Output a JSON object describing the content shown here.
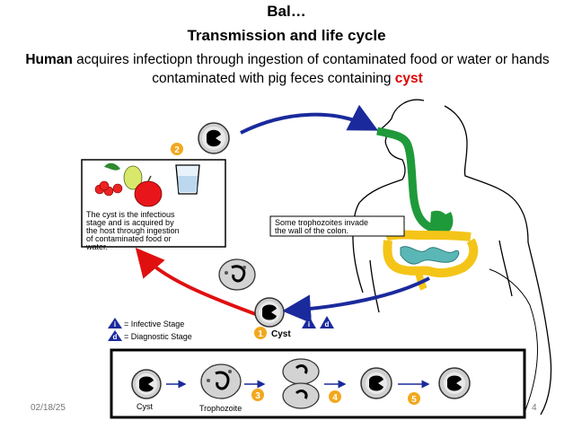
{
  "slide": {
    "title_line1": "Bal…",
    "title_line2": "Transmission and life cycle",
    "body_bold": "Human",
    "body_rest": " acquires infectiopn through ingestion of contaminated food or water or hands contaminated with pig feces containing ",
    "body_highlight": "cyst",
    "footer_date": "02/18/25",
    "page_number": "4"
  },
  "diagram": {
    "stage_2_number": "2",
    "box_caption_1": "The cyst is the infectious",
    "box_caption_2": "stage and is acquired by",
    "box_caption_3": "the host through ingestion",
    "box_caption_4": "of contaminated food or",
    "box_caption_5": "water.",
    "colon_note_1": "Some trophozoites invade",
    "colon_note_2": "the wall of the colon.",
    "legend_infective_letter": "i",
    "legend_infective": "= Infective Stage",
    "legend_diagnostic_letter": "d",
    "legend_diagnostic": "= Diagnostic Stage",
    "stage_1_number": "1",
    "cyst_label": "Cyst",
    "badge_i": "i",
    "badge_d": "d",
    "bottom_cyst_label": "Cyst",
    "bottom_tropho_label": "Trophozoite",
    "step_3": "3",
    "step_4": "4",
    "step_5": "5"
  },
  "colors": {
    "arrow_blue": "#1a2a9c",
    "arrow_red": "#e01010",
    "gut_green": "#1f9a3a",
    "colon_yellow": "#f4c518",
    "small_intestine_teal": "#5bb7b5",
    "badge_orange": "#f2a81d",
    "legend_blue": "#1a2a9c",
    "highlight_red": "#e00000"
  }
}
